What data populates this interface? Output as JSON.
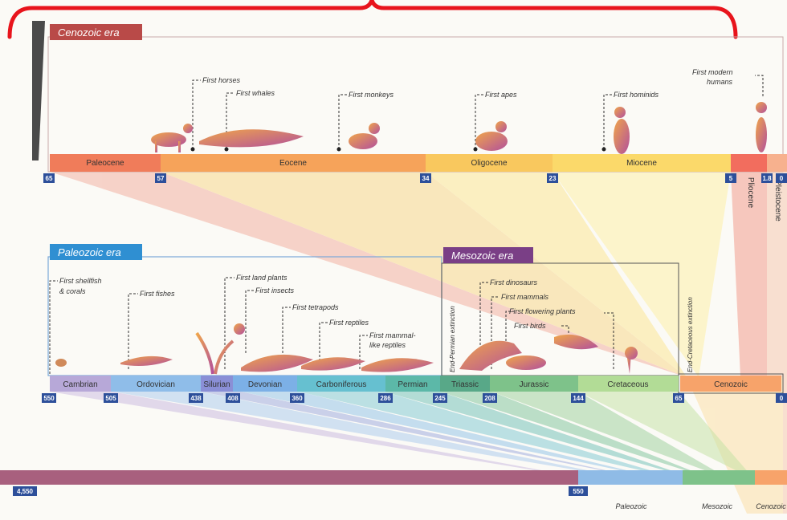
{
  "colors": {
    "bracket": "#e8141c",
    "tick_box": "#2d4f9a",
    "cenozoic_era_label": "#b94a48",
    "paleozoic_era_label": "#2f8fd2",
    "mesozoic_era_label": "#7a3f86"
  },
  "cenozoic": {
    "era_label": "Cenozoic era",
    "epochs": [
      {
        "name": "Paleocene"
      },
      {
        "name": "Eocene"
      },
      {
        "name": "Oligocene"
      },
      {
        "name": "Miocene"
      },
      {
        "name": "Pliocene"
      },
      {
        "name": "Pleistocene"
      }
    ],
    "ticks": [
      "65",
      "57",
      "34",
      "23",
      "5",
      "1.8",
      "0"
    ],
    "events": [
      "First horses",
      "First whales",
      "First monkeys",
      "First apes",
      "First hominids",
      "First modern",
      "humans"
    ],
    "animals": [
      "horse-icon",
      "whale-icon",
      "monkey-icon",
      "ape-icon",
      "hominid-icon",
      "human-icon"
    ]
  },
  "paleozoic": {
    "era_label": "Paleozoic era",
    "events": [
      "First shellfish",
      "& corals",
      "First fishes",
      "First land plants",
      "First insects",
      "First tetrapods",
      "First reptiles",
      "First mammal-",
      "like reptiles"
    ]
  },
  "mesozoic": {
    "era_label": "Mesozoic era",
    "events": [
      "First dinosaurs",
      "First mammals",
      "First flowering plants",
      "First birds"
    ],
    "extinction_left": "End-Permian extinction",
    "extinction_right": "End-Cretaceous extinction"
  },
  "middle_bar": {
    "periods": [
      {
        "name": "Cambrian"
      },
      {
        "name": "Ordovician"
      },
      {
        "name": "Silurian"
      },
      {
        "name": "Devonian"
      },
      {
        "name": "Carboniferous"
      },
      {
        "name": "Permian"
      },
      {
        "name": "Triassic"
      },
      {
        "name": "Jurassic"
      },
      {
        "name": "Cretaceous"
      },
      {
        "name": "Cenozoic"
      }
    ],
    "ticks": [
      "550",
      "505",
      "438",
      "408",
      "360",
      "286",
      "245",
      "208",
      "144",
      "65",
      "0"
    ]
  },
  "bottom_bar": {
    "ticks": [
      "4,550",
      "550"
    ],
    "legend": [
      "Paleozoic",
      "Mesozoic",
      "Cenozoic"
    ]
  }
}
